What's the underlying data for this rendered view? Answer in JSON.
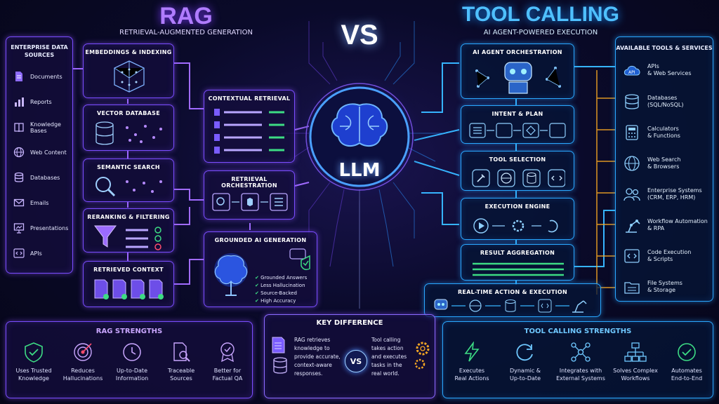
{
  "rag": {
    "title": "RAG",
    "subtitle": "RETRIEVAL-AUGMENTED GENERATION",
    "sources": {
      "title_line1": "ENTERPRISE DATA",
      "title_line2": "SOURCES",
      "items": [
        {
          "label": "Documents",
          "icon": "document-icon"
        },
        {
          "label": "Reports",
          "icon": "bar-chart-icon"
        },
        {
          "label": "Knowledge Bases",
          "icon": "book-icon"
        },
        {
          "label": "Web Content",
          "icon": "globe-icon"
        },
        {
          "label": "Databases",
          "icon": "database-icon"
        },
        {
          "label": "Emails",
          "icon": "mail-icon"
        },
        {
          "label": "Presentations",
          "icon": "presentation-icon"
        },
        {
          "label": "APIs",
          "icon": "code-icon"
        }
      ]
    },
    "pipeline": [
      "EMBEDDINGS & INDEXING",
      "VECTOR DATABASE",
      "SEMANTIC SEARCH",
      "RERANKING & FILTERING",
      "RETRIEVED CONTEXT"
    ],
    "contextual_retrieval": "CONTEXTUAL RETRIEVAL",
    "retrieval_orchestration": "RETRIEVAL ORCHESTRATION",
    "grounded": {
      "title": "GROUNDED AI GENERATION",
      "checks": [
        "Grounded Answers",
        "Less Hallucination",
        "Source-Backed",
        "High Accuracy"
      ]
    }
  },
  "vs_label": "VS",
  "llm_label": "LLM",
  "tool": {
    "title": "TOOL CALLING",
    "subtitle": "AI AGENT-POWERED EXECUTION",
    "pipeline": [
      "AI AGENT ORCHESTRATION",
      "INTENT & PLAN",
      "TOOL SELECTION",
      "EXECUTION ENGINE",
      "RESULT AGGREGATION"
    ],
    "realtime": "REAL-TIME ACTION & EXECUTION",
    "available": {
      "title": "AVAILABLE TOOLS & SERVICES",
      "items": [
        {
          "line1": "APIs",
          "line2": "& Web Services",
          "icon": "api-cloud-icon"
        },
        {
          "line1": "Databases",
          "line2": "(SQL/NoSQL)",
          "icon": "database-icon"
        },
        {
          "line1": "Calculators",
          "line2": "& Functions",
          "icon": "calculator-icon"
        },
        {
          "line1": "Web Search",
          "line2": "& Browsers",
          "icon": "globe-icon"
        },
        {
          "line1": "Enterprise Systems",
          "line2": "(CRM, ERP, HRM)",
          "icon": "people-icon"
        },
        {
          "line1": "Workflow Automation",
          "line2": "& RPA",
          "icon": "robot-arm-icon"
        },
        {
          "line1": "Code Execution",
          "line2": "& Scripts",
          "icon": "code-icon"
        },
        {
          "line1": "File Systems",
          "line2": "& Storage",
          "icon": "folder-icon"
        }
      ]
    }
  },
  "rag_strengths": {
    "title": "RAG STRENGTHS",
    "items": [
      {
        "line1": "Uses Trusted",
        "line2": "Knowledge"
      },
      {
        "line1": "Reduces",
        "line2": "Hallucinations"
      },
      {
        "line1": "Up-to-Date",
        "line2": "Information"
      },
      {
        "line1": "Traceable",
        "line2": "Sources"
      },
      {
        "line1": "Better for",
        "line2": "Factual QA"
      }
    ]
  },
  "key_difference": {
    "title": "KEY DIFFERENCE",
    "rag_text": [
      "RAG retrieves",
      "knowledge to",
      "provide accurate,",
      "context-aware",
      "responses."
    ],
    "vs": "VS",
    "tool_text": [
      "Tool calling",
      "takes action",
      "and executes",
      "tasks in the",
      "real world."
    ]
  },
  "tool_strengths": {
    "title": "TOOL CALLING STRENGTHS",
    "items": [
      {
        "line1": "Executes",
        "line2": "Real Actions"
      },
      {
        "line1": "Dynamic &",
        "line2": "Up-to-Date"
      },
      {
        "line1": "Integrates with",
        "line2": "External Systems"
      },
      {
        "line1": "Solves Complex",
        "line2": "Workflows"
      },
      {
        "line1": "Automates",
        "line2": "End-to-End"
      }
    ]
  },
  "colors": {
    "rag_accent": "#8b5cff",
    "tool_accent": "#2aa8ff",
    "check_green": "#3ddc84"
  }
}
